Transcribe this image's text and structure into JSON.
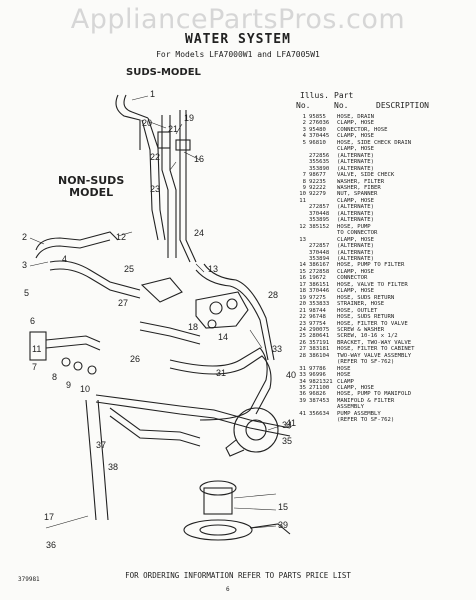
{
  "watermark": "AppliancePartsPros.com",
  "title": "WATER SYSTEM",
  "models": "For Models LFA7000W1 and LFA7005W1",
  "suds_label": "SUDS-MODEL",
  "nonsuds_label": [
    "NON-SUDS",
    "MODEL"
  ],
  "table_header": {
    "ill": "Illus.",
    "part": "Part",
    "no1": "No.",
    "no2": "No.",
    "desc": "DESCRIPTION"
  },
  "parts": [
    [
      "1",
      "95855",
      "HOSE, DRAIN"
    ],
    [
      "2",
      "276036",
      "CLAMP, HOSE"
    ],
    [
      "3",
      "95480",
      "CONNECTOR, HOSE"
    ],
    [
      "4",
      "370445",
      "CLAMP, HOSE"
    ],
    [
      "5",
      "96810",
      "HOSE, SIDE CHECK DRAIN"
    ],
    [
      "",
      "",
      "CLAMP, HOSE"
    ],
    [
      "",
      "272856",
      "(ALTERNATE)"
    ],
    [
      "",
      "355635",
      "(ALTERNATE)"
    ],
    [
      "",
      "353890",
      "(ALTERNATE)"
    ],
    [
      "7",
      "98677",
      "VALVE, SIDE CHECK"
    ],
    [
      "8",
      "92235",
      "WASHER, FILTER"
    ],
    [
      "9",
      "92222",
      "WASHER, FIBER"
    ],
    [
      "10",
      "92279",
      "NUT, SPANNER"
    ],
    [
      "11",
      "",
      "CLAMP, HOSE"
    ],
    [
      "",
      "272857",
      "(ALTERNATE)"
    ],
    [
      "",
      "370448",
      "(ALTERNATE)"
    ],
    [
      "",
      "353895",
      "(ALTERNATE)"
    ],
    [
      "12",
      "385152",
      "HOSE, PUMP"
    ],
    [
      "",
      "",
      "TO CONNECTOR"
    ],
    [
      "13",
      "",
      "CLAMP, HOSE"
    ],
    [
      "",
      "272857",
      "(ALTERNATE)"
    ],
    [
      "",
      "370448",
      "(ALTERNATE)"
    ],
    [
      "",
      "353894",
      "(ALTERNATE)"
    ],
    [
      "14",
      "386167",
      "HOSE, PUMP TO FILTER"
    ],
    [
      "15",
      "272858",
      "CLAMP, HOSE"
    ],
    [
      "16",
      "19672",
      "CONNECTOR"
    ],
    [
      "17",
      "386151",
      "HOSE, VALVE TO FILTER"
    ],
    [
      "18",
      "370446",
      "CLAMP, HOSE"
    ],
    [
      "19",
      "97275",
      "HOSE, SUDS RETURN"
    ],
    [
      "20",
      "353833",
      "STRAINER, HOSE"
    ],
    [
      "21",
      "98744",
      "HOSE, OUTLET"
    ],
    [
      "22",
      "96748",
      "HOSE, SUDS RETURN"
    ],
    [
      "23",
      "97754",
      "HOSE, FILTER TO VALVE"
    ],
    [
      "24",
      "290075",
      "SCREW & WASHER"
    ],
    [
      "25",
      "280641",
      "SCREW, 10-16 x 1/2"
    ],
    [
      "26",
      "357191",
      "BRACKET, TWO-WAY VALVE"
    ],
    [
      "27",
      "383181",
      "HOSE, FILTER TO CABINET"
    ],
    [
      "28",
      "386104",
      "TWO-WAY VALVE ASSEMBLY"
    ],
    [
      "",
      "",
      "(REFER TO SF-762)"
    ],
    [
      "31",
      "97786",
      "HOSE"
    ],
    [
      "33",
      "96996",
      "HOSE"
    ],
    [
      "34",
      "9821321",
      "CLAMP"
    ],
    [
      "35",
      "271100",
      "CLAMP, HOSE"
    ],
    [
      "36",
      "96826",
      "HOSE, PUMP TO MANIFOLD"
    ],
    [
      "39",
      "387453",
      "MANIFOLD & FILTER"
    ],
    [
      "",
      "",
      "ASSEMBLY"
    ],
    [
      "41",
      "356634",
      "PUMP ASSEMBLY"
    ],
    [
      "",
      "",
      "(REFER TO SF-762)"
    ]
  ],
  "callouts": [
    "1",
    "2",
    "3",
    "4",
    "5",
    "6",
    "7",
    "8",
    "9",
    "10",
    "11",
    "12",
    "13",
    "14",
    "15",
    "16",
    "17",
    "18",
    "19",
    "20",
    "21",
    "22",
    "23",
    "24",
    "25",
    "26",
    "27",
    "28",
    "31",
    "33",
    "34",
    "35",
    "36",
    "37",
    "38",
    "39",
    "40",
    "41"
  ],
  "footer": "FOR ORDERING INFORMATION REFER TO PARTS PRICE LIST",
  "doc_code": "379981",
  "page_number": "6"
}
